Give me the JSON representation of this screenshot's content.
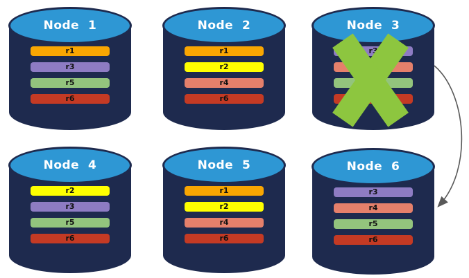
{
  "diagram": {
    "description_colors": {
      "background": "#FFFFFF",
      "cylinder_body": "#1E2A4E",
      "cylinder_top": "#2E97D4",
      "failure_x": "#8DC63F",
      "arrow": "#595959",
      "record_r1": "#F9A602",
      "record_r2": "#FFFF00",
      "record_r3": "#8E7CC3",
      "record_r4": "#E5806B",
      "record_r5": "#93C47D",
      "record_r6": "#C43A24"
    },
    "nodes": [
      {
        "label": "Node  1",
        "bars": [
          {
            "label": "r1",
            "color": "#F9A602"
          },
          {
            "label": "r3",
            "color": "#8E7CC3"
          },
          {
            "label": "r5",
            "color": "#93C47D"
          },
          {
            "label": "r6",
            "color": "#C43A24"
          }
        ]
      },
      {
        "label": "Node  2",
        "bars": [
          {
            "label": "r1",
            "color": "#F9A602"
          },
          {
            "label": "r2",
            "color": "#FFFF00"
          },
          {
            "label": "r4",
            "color": "#E5806B"
          },
          {
            "label": "r6",
            "color": "#C43A24"
          }
        ]
      },
      {
        "label": "Node  3",
        "failed": true,
        "bars": [
          {
            "label": "r3",
            "color": "#8E7CC3"
          },
          {
            "label": "r4",
            "color": "#E5806B"
          },
          {
            "label": "r5",
            "color": "#93C47D"
          },
          {
            "label": "r6",
            "color": "#C43A24"
          }
        ]
      },
      {
        "label": "Node  4",
        "bars": [
          {
            "label": "r2",
            "color": "#FFFF00"
          },
          {
            "label": "r3",
            "color": "#8E7CC3"
          },
          {
            "label": "r5",
            "color": "#93C47D"
          },
          {
            "label": "r6",
            "color": "#C43A24"
          }
        ]
      },
      {
        "label": "Node  5",
        "bars": [
          {
            "label": "r1",
            "color": "#F9A602"
          },
          {
            "label": "r2",
            "color": "#FFFF00"
          },
          {
            "label": "r4",
            "color": "#E5806B"
          },
          {
            "label": "r6",
            "color": "#C43A24"
          }
        ]
      },
      {
        "label": "Node  6",
        "bars": [
          {
            "label": "r3",
            "color": "#8E7CC3"
          },
          {
            "label": "r4",
            "color": "#E5806B"
          },
          {
            "label": "r5",
            "color": "#93C47D"
          },
          {
            "label": "r6",
            "color": "#C43A24"
          }
        ]
      }
    ]
  }
}
